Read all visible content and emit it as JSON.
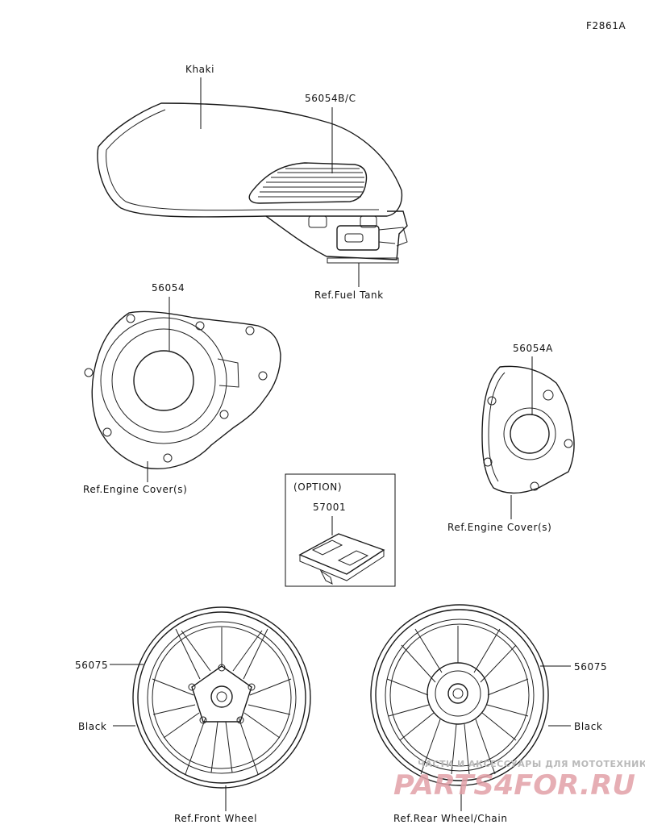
{
  "figure_code": "F2861A",
  "labels": {
    "khaki": "Khaki",
    "p56054bc": "56054B/C",
    "ref_fuel_tank": "Ref.Fuel Tank",
    "p56054": "56054",
    "ref_engine_cover_left": "Ref.Engine Cover(s)",
    "p56054a": "56054A",
    "ref_engine_cover_right": "Ref.Engine Cover(s)",
    "option": "(OPTION)",
    "p57001": "57001",
    "p56075_front": "56075",
    "black_front": "Black",
    "ref_front_wheel": "Ref.Front Wheel",
    "p56075_rear": "56075",
    "black_rear": "Black",
    "ref_rear_wheel": "Ref.Rear Wheel/Chain"
  },
  "watermark": {
    "tagline": "ЧАСТИ И АКСЕССУАРЫ ДЛЯ МОТОТЕХНИКИ",
    "brand": "PARTS4FOR.RU"
  }
}
